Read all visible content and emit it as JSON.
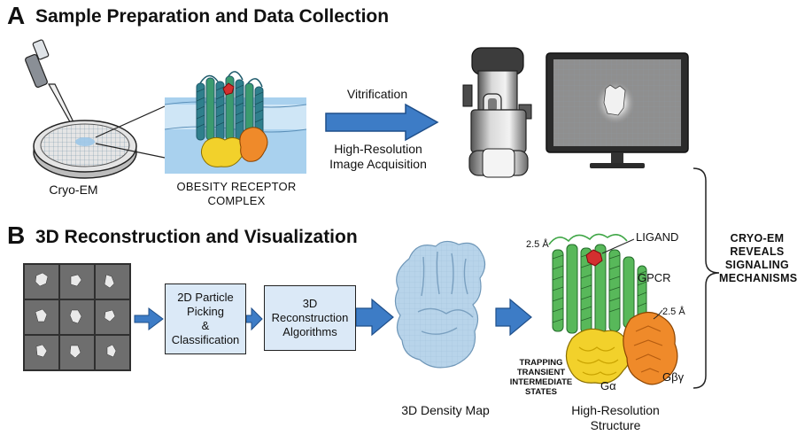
{
  "panel_a": {
    "letter": "A",
    "title": "Sample Preparation and Data Collection",
    "cryo_label": "Cryo-EM",
    "complex_label_line1": "OBESITY RECEPTOR",
    "complex_label_line2": "COMPLEX",
    "arrow_top_label": "Vitrification",
    "arrow_bottom_line1": "High-Resolution",
    "arrow_bottom_line2": "Image Acquisition"
  },
  "panel_b": {
    "letter": "B",
    "title": "3D Reconstruction and Visualization",
    "step1_line1": "2D Particle",
    "step1_line2": "Picking",
    "step1_line3": "&",
    "step1_line4": "Classification",
    "step2_line1": "3D",
    "step2_line2": "Reconstruction",
    "step2_line3": "Algorithms",
    "density_label": "3D Density Map",
    "structure_label_line1": "High-Resolution",
    "structure_label_line2": "Structure",
    "res_top": "2.5 Å",
    "res_right": "2.5 Å",
    "ligand_label": "LIGAND",
    "gpcr_label": "GPCR",
    "galpha_label": "Gα",
    "gbg_label": "Gβγ",
    "trapping_line1": "TRAPPING",
    "trapping_line2": "TRANSIENT",
    "trapping_line3": "INTERMEDIATE",
    "trapping_line4": "STATES"
  },
  "conclusion": {
    "line1": "CRYO-EM",
    "line2": "REVEALS",
    "line3": "SIGNALING",
    "line4": "MECHANISMS"
  },
  "colors": {
    "arrow_blue": "#3d7cc6",
    "box_fill": "#dbe9f7",
    "membrane_blue": "#9fcbea",
    "helix_green": "#3fa646",
    "ligand_red": "#d32f2f",
    "galpha_yellow": "#f2d12b",
    "gbg_orange": "#ef8a2a",
    "density_blue": "#b8d4ea"
  }
}
